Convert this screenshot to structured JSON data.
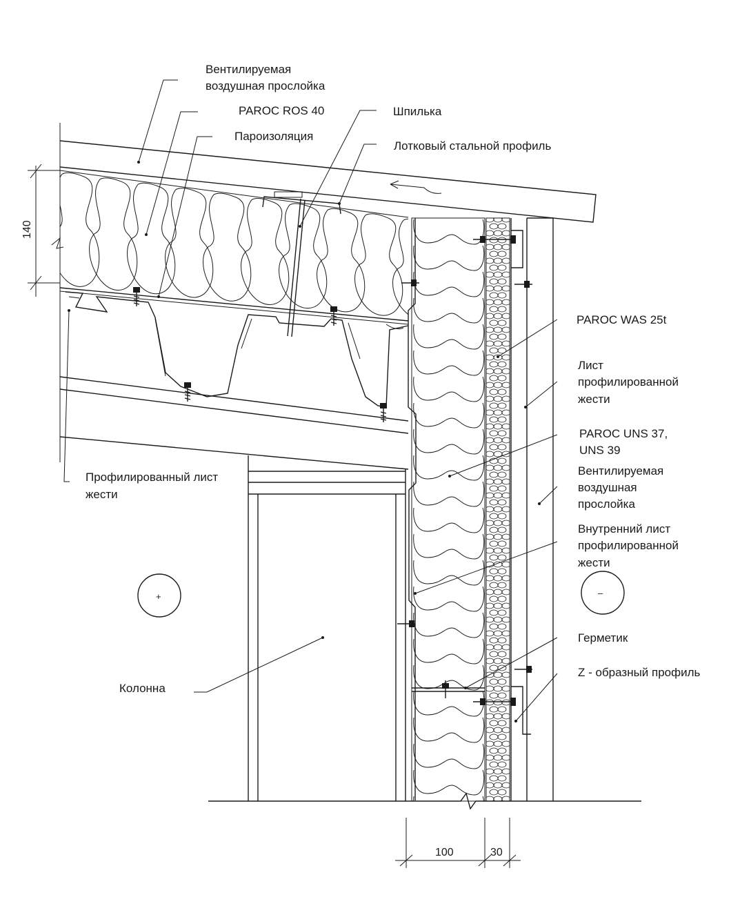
{
  "labels": {
    "vent_gap_roof_1": "Вентилируемая",
    "vent_gap_roof_2": "воздушная прослойка",
    "paroc_ros": "PAROC ROS 40",
    "vapor_barrier": "Пароизоляция",
    "stud": "Шпилька",
    "tray_profile": "Лотковый стальной профиль",
    "paroc_was": "PAROC WAS 25t",
    "sheet_1": "Лист",
    "sheet_2": "профилированной",
    "sheet_3": "жести",
    "paroc_uns_1": "PAROC UNS 37,",
    "paroc_uns_2": "UNS 39",
    "vent_gap_wall_1": "Вентилируемая",
    "vent_gap_wall_2": "воздушная",
    "vent_gap_wall_3": "прослойка",
    "inner_sheet_1": "Внутренний лист",
    "inner_sheet_2": "профилированной",
    "inner_sheet_3": "жести",
    "sealant": "Герметик",
    "z_profile": "Z - образный профиль",
    "profiled_sheet_1": "Профилированный лист",
    "profiled_sheet_2": "жести",
    "column": "Колонна"
  },
  "symbols": {
    "inside": "+",
    "outside": "–"
  },
  "dimensions": {
    "roof_insulation": "140",
    "wall_insulation": "100",
    "wall_outer_insulation": "30"
  }
}
